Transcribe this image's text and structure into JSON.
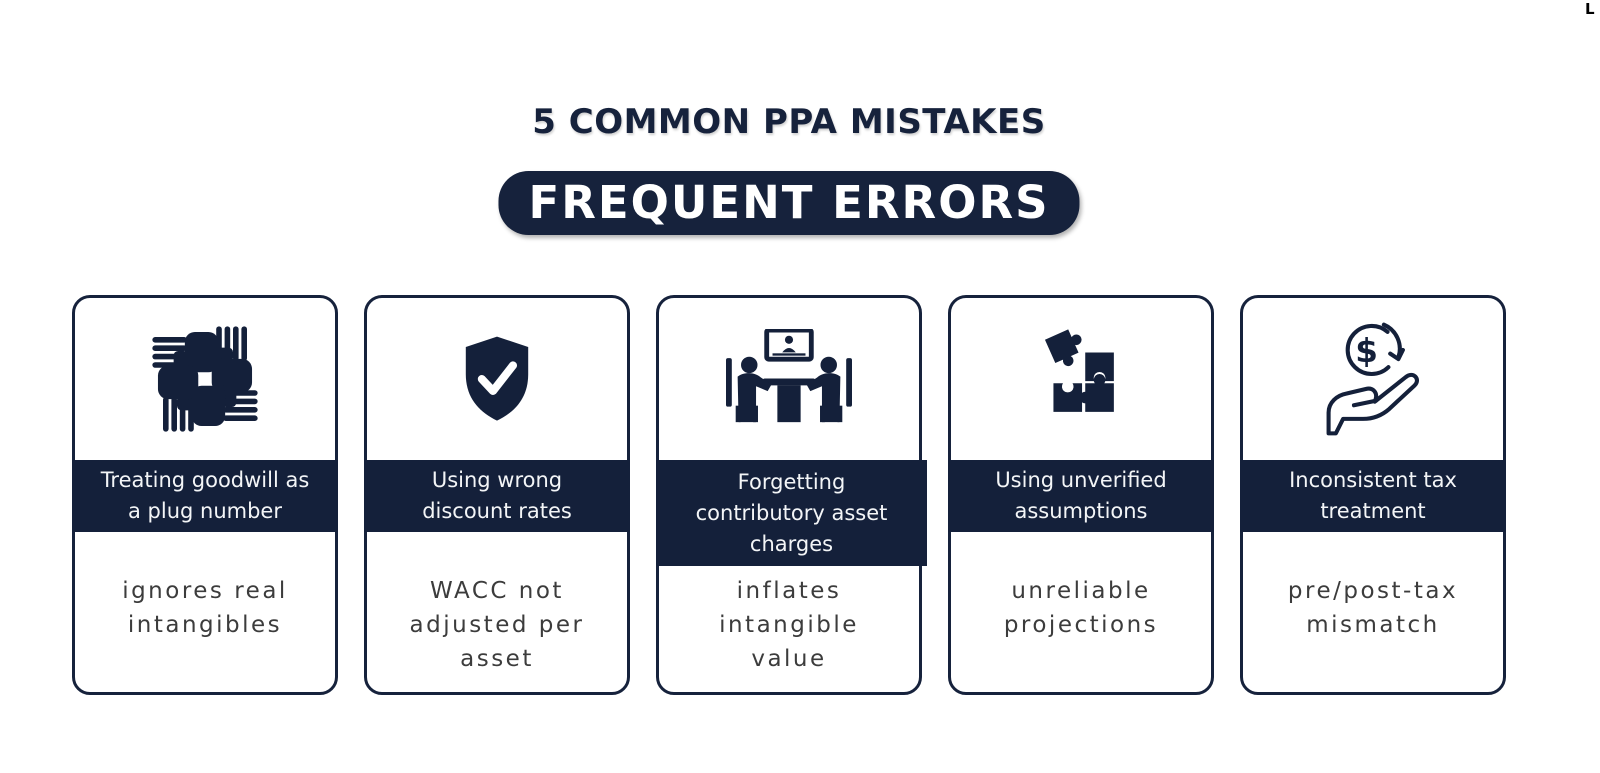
{
  "meta": {
    "corner_mark": "L"
  },
  "colors": {
    "navy": "#14203A",
    "title_navy": "#16223C",
    "description_gray": "#3C3C3C",
    "background": "#FFFFFF",
    "band_text": "#F3F5F7"
  },
  "header": {
    "title": "5 COMMON PPA MISTAKES",
    "badge_label": "FREQUENT ERRORS"
  },
  "icons": {
    "dollar_symbol": "$"
  },
  "cards": [
    {
      "icon": "unity-hands",
      "heading": "Treating goodwill as\na plug number",
      "description": "ignores real\nintangibles"
    },
    {
      "icon": "shield-check",
      "heading": "Using wrong\ndiscount rates",
      "description": "WACC not\nadjusted per\nasset"
    },
    {
      "icon": "video-meeting",
      "heading": "Forgetting\ncontributory asset\ncharges",
      "description": "inflates\nintangible\nvalue"
    },
    {
      "icon": "puzzle-pieces",
      "heading": "Using unverified\nassumptions",
      "description": "unreliable\nprojections"
    },
    {
      "icon": "hand-receiving-dollar",
      "heading": "Inconsistent tax\ntreatment",
      "description": "pre/post-tax\nmismatch"
    }
  ]
}
